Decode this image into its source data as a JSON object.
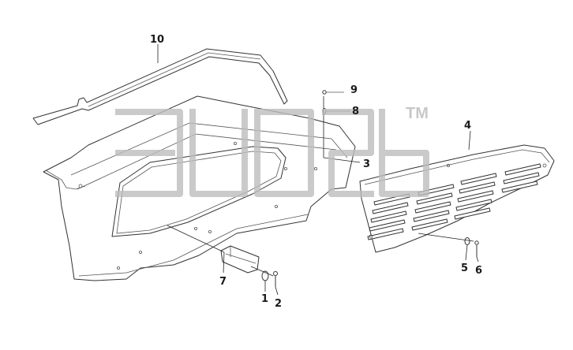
{
  "watermark": {
    "trademark": "TM",
    "color": "#c8c8c8"
  },
  "callouts": [
    {
      "id": "p1",
      "label": "1"
    },
    {
      "id": "p2",
      "label": "2"
    },
    {
      "id": "p3",
      "label": "3"
    },
    {
      "id": "p4",
      "label": "4"
    },
    {
      "id": "p5",
      "label": "5"
    },
    {
      "id": "p6",
      "label": "6"
    },
    {
      "id": "p7",
      "label": "7"
    },
    {
      "id": "p8",
      "label": "8"
    },
    {
      "id": "p9",
      "label": "9"
    },
    {
      "id": "p10",
      "label": "10"
    }
  ]
}
